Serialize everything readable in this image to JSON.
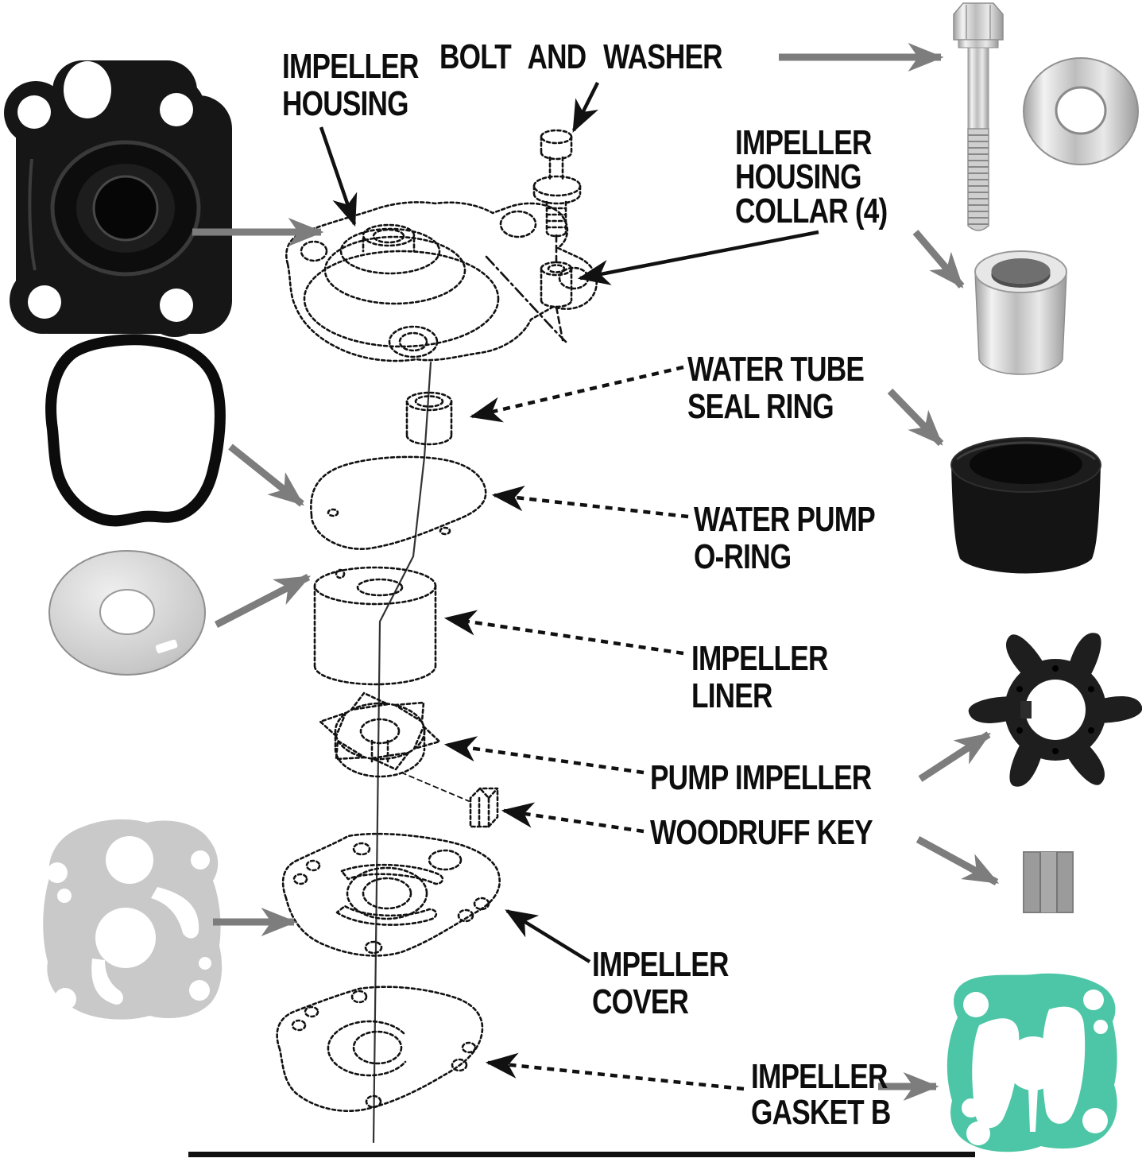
{
  "diagram_title": "Water pump impeller kit exploded parts diagram",
  "labels": {
    "impeller_housing": {
      "lines": [
        "IMPELLER",
        "HOUSING"
      ]
    },
    "bolt_and_washer": {
      "lines": [
        "BOLT AND WASHER"
      ]
    },
    "impeller_housing_collar": {
      "lines": [
        "IMPELLER",
        "HOUSING",
        "COLLAR (4)"
      ]
    },
    "water_tube_seal_ring": {
      "lines": [
        "WATER TUBE",
        "SEAL RING"
      ]
    },
    "water_pump_o_ring": {
      "lines": [
        "WATER PUMP",
        "O-RING"
      ]
    },
    "impeller_liner": {
      "lines": [
        "IMPELLER",
        "LINER"
      ]
    },
    "pump_impeller": {
      "lines": [
        "PUMP IMPELLER"
      ]
    },
    "woodruff_key": {
      "lines": [
        "WOODRUFF KEY"
      ]
    },
    "impeller_cover": {
      "lines": [
        "IMPELLER",
        "COVER"
      ]
    },
    "impeller_gasket_b": {
      "lines": [
        "IMPELLER",
        "GASKET B"
      ]
    }
  },
  "parts_pictured": [
    "impeller-housing",
    "water-pump-o-ring",
    "impeller-liner-plate",
    "impeller-cover-gasket",
    "bolt",
    "washer",
    "impeller-housing-collar",
    "water-tube-seal-ring",
    "pump-impeller",
    "woodruff-key",
    "impeller-gasket-b"
  ],
  "colors": {
    "line_black": "#111111",
    "arrow_gray": "#7d7d7d",
    "gasket_green": "#4cc6a6",
    "gasket_gray": "#c9c9c9",
    "rubber_black": "#141414",
    "metal_silver": "#c9c9c9"
  }
}
